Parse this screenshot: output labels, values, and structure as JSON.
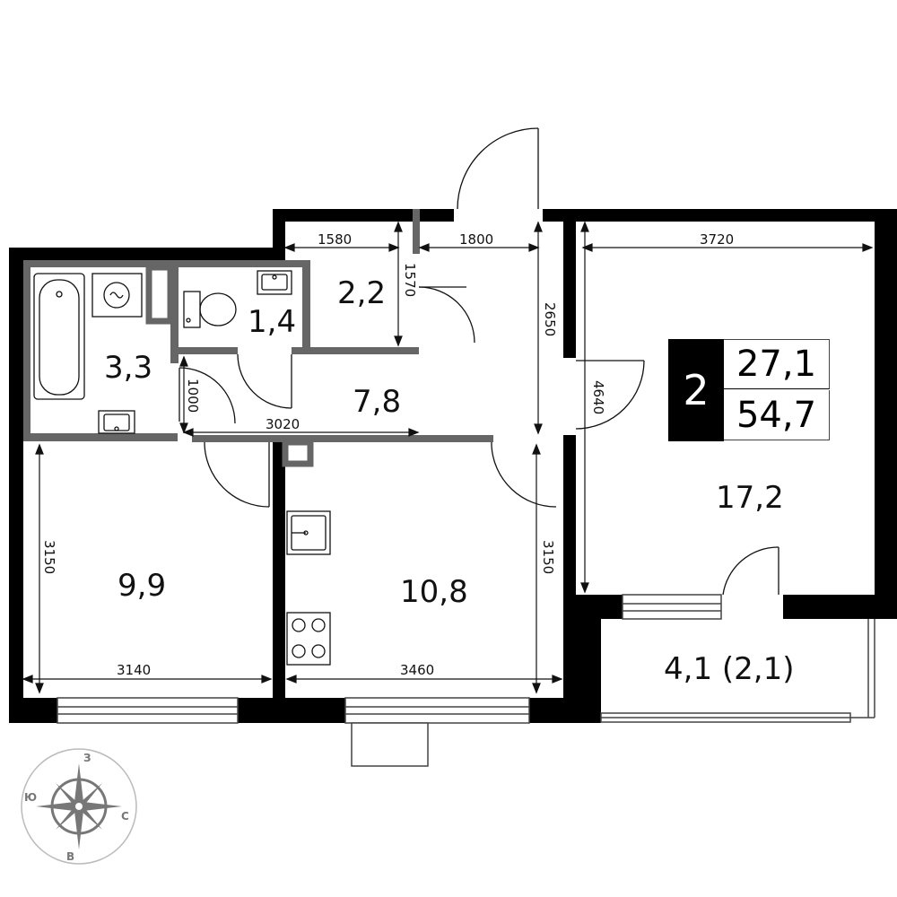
{
  "rooms": [
    {
      "id": "bathroom",
      "area": "3,3"
    },
    {
      "id": "toilet",
      "area": "1,4"
    },
    {
      "id": "wardrobe",
      "area": "2,2"
    },
    {
      "id": "hall",
      "area": "7,8"
    },
    {
      "id": "bedroom",
      "area": "9,9"
    },
    {
      "id": "kitchen",
      "area": "10,8"
    },
    {
      "id": "living",
      "area": "17,2"
    },
    {
      "id": "loggia",
      "area": "4,1 (2,1)"
    }
  ],
  "dimensions": [
    "1580",
    "1570",
    "1800",
    "3720",
    "2650",
    "1000",
    "3020",
    "4640",
    "3150",
    "3150",
    "3140",
    "3460"
  ],
  "summary": {
    "room_count": "2",
    "living_area": "27,1",
    "total_area": "54,7"
  },
  "compass": {
    "north": "З",
    "east": "С",
    "south": "В",
    "west": "Ю"
  }
}
